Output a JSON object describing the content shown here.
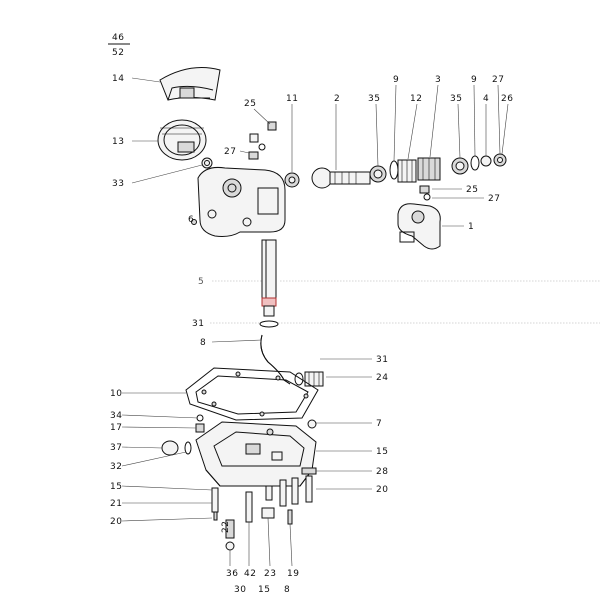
{
  "page_code": {
    "top": "46",
    "bottom": "52"
  },
  "callouts": [
    {
      "id": "c14a",
      "text": "14"
    },
    {
      "id": "c13a",
      "text": "13"
    },
    {
      "id": "c33",
      "text": "33"
    },
    {
      "id": "c27a",
      "text": "27"
    },
    {
      "id": "c25a",
      "text": "25"
    },
    {
      "id": "c11",
      "text": "11"
    },
    {
      "id": "c2",
      "text": "2"
    },
    {
      "id": "c35a",
      "text": "35"
    },
    {
      "id": "c9a",
      "text": "9"
    },
    {
      "id": "c12",
      "text": "12"
    },
    {
      "id": "c3",
      "text": "3"
    },
    {
      "id": "c35b",
      "text": "35"
    },
    {
      "id": "c9b",
      "text": "9"
    },
    {
      "id": "c4",
      "text": "4"
    },
    {
      "id": "c27b",
      "text": "27"
    },
    {
      "id": "c26",
      "text": "26"
    },
    {
      "id": "c25b",
      "text": "25"
    },
    {
      "id": "c27c",
      "text": "27"
    },
    {
      "id": "c1",
      "text": "1"
    },
    {
      "id": "c6",
      "text": "6"
    },
    {
      "id": "c5",
      "text": "5"
    },
    {
      "id": "c31a",
      "text": "31"
    },
    {
      "id": "c8a",
      "text": "8"
    },
    {
      "id": "c31b",
      "text": "31"
    },
    {
      "id": "c24",
      "text": "24"
    },
    {
      "id": "c10",
      "text": "10"
    },
    {
      "id": "c34",
      "text": "34"
    },
    {
      "id": "c17",
      "text": "17"
    },
    {
      "id": "c7",
      "text": "7"
    },
    {
      "id": "c37",
      "text": "37"
    },
    {
      "id": "c32",
      "text": "32"
    },
    {
      "id": "c15a",
      "text": "15"
    },
    {
      "id": "c28",
      "text": "28"
    },
    {
      "id": "c15b",
      "text": "15"
    },
    {
      "id": "c20b",
      "text": "20"
    },
    {
      "id": "c21",
      "text": "21"
    },
    {
      "id": "c20a",
      "text": "20"
    },
    {
      "id": "c22",
      "text": "22"
    },
    {
      "id": "c36",
      "text": "36"
    },
    {
      "id": "c42",
      "text": "42"
    },
    {
      "id": "c23",
      "text": "23"
    },
    {
      "id": "c19",
      "text": "19"
    },
    {
      "id": "c30",
      "text": "30"
    },
    {
      "id": "c15c",
      "text": "15"
    },
    {
      "id": "c8b",
      "text": "8"
    }
  ]
}
